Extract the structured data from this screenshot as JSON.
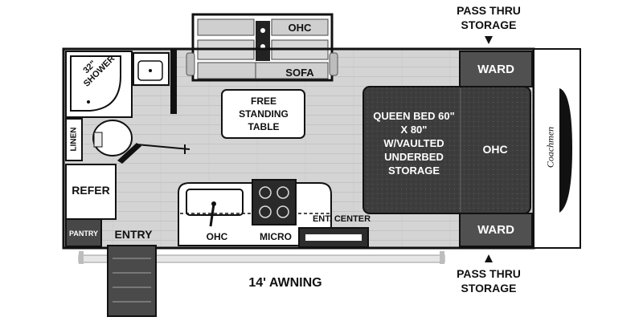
{
  "floorplan": {
    "brand": "Coachmen",
    "labels": {
      "shower": "32\" SHOWER",
      "linen": "LINEN",
      "refer": "REFER",
      "pantry": "PANTRY",
      "entry": "ENTRY",
      "table": "FREE STANDING TABLE",
      "sofa": "SOFA",
      "ohc_top": "OHC",
      "ohc_kitchen": "OHC",
      "micro": "MICRO",
      "ent_center": "ENT. CENTER",
      "bed": "QUEEN BED 60\" X 80\" W/VAULTED UNDERBED STORAGE",
      "ohc_bed": "OHC",
      "ward_top": "WARD",
      "ward_bottom": "WARD",
      "pass_thru_top": "PASS THRU STORAGE",
      "pass_thru_bottom": "PASS THRU STORAGE",
      "awning": "14' AWNING"
    },
    "colors": {
      "floor": "#d6d6d6",
      "wall": "#111111",
      "bed": "#3f3f3f",
      "ward": "#505050",
      "white": "#ffffff"
    }
  }
}
